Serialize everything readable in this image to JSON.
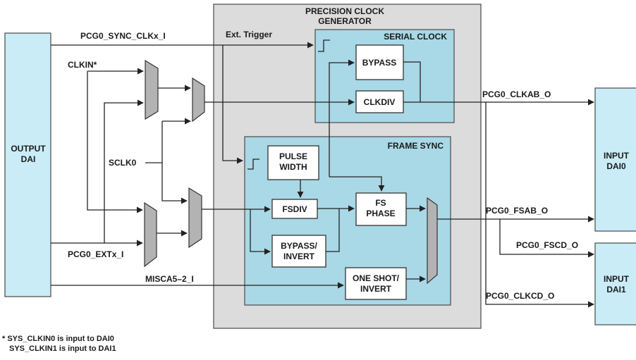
{
  "colors": {
    "outer_block": "#dcdcdc",
    "sub_block": "#a9d8e6",
    "dai_block": "#c9ecf7",
    "mux": "#b3b3b3",
    "inner_box": "#ffffff",
    "line": "#222222"
  },
  "blocks": {
    "output_dai": [
      "OUTPUT",
      "DAI"
    ],
    "input_dai0": [
      "INPUT",
      "DAI0"
    ],
    "input_dai1": [
      "INPUT",
      "DAI1"
    ],
    "pcg_title": [
      "PRECISION CLOCK",
      "GENERATOR"
    ],
    "serial_clock": "SERIAL CLOCK",
    "frame_sync": "FRAME SYNC",
    "bypass": "BYPASS",
    "clkdiv": "CLKDIV",
    "pulse_width": [
      "PULSE",
      "WIDTH"
    ],
    "fsdiv": "FSDIV",
    "fs_phase": [
      "FS",
      "PHASE"
    ],
    "bypass_invert": [
      "BYPASS/",
      "INVERT"
    ],
    "one_shot_invert": [
      "ONE SHOT/",
      "INVERT"
    ]
  },
  "signals": {
    "sync_clk": "PCG0_SYNC_CLKx_I",
    "ext_trigger": "Ext. Trigger",
    "clkin": "CLKIN*",
    "sclk0": "SCLK0",
    "ext": "PCG0_EXTx_I",
    "misca": "MISCA5–2_I",
    "clkab": "PCG0_CLKAB_O",
    "fsab": "PCG0_FSAB_O",
    "fscd": "PCG0_FSCD_O",
    "clkcd": "PCG0_CLKCD_O"
  },
  "footnote": [
    "* SYS_CLKIN0 is input to DAI0",
    "SYS_CLKIN1 is input to DAI1"
  ]
}
